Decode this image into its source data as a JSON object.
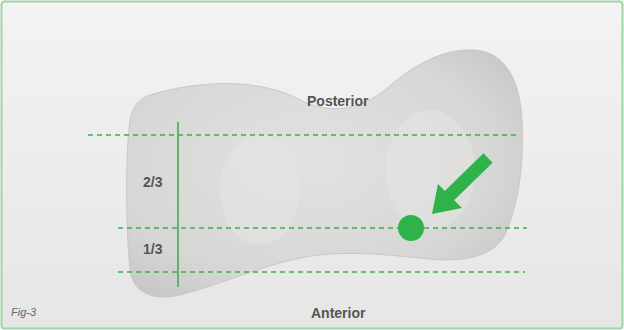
{
  "diagram": {
    "caption": "Fig-3",
    "labels": [
      "Posterior",
      "2/3",
      "1/3",
      "Anterior"
    ]
  }
}
